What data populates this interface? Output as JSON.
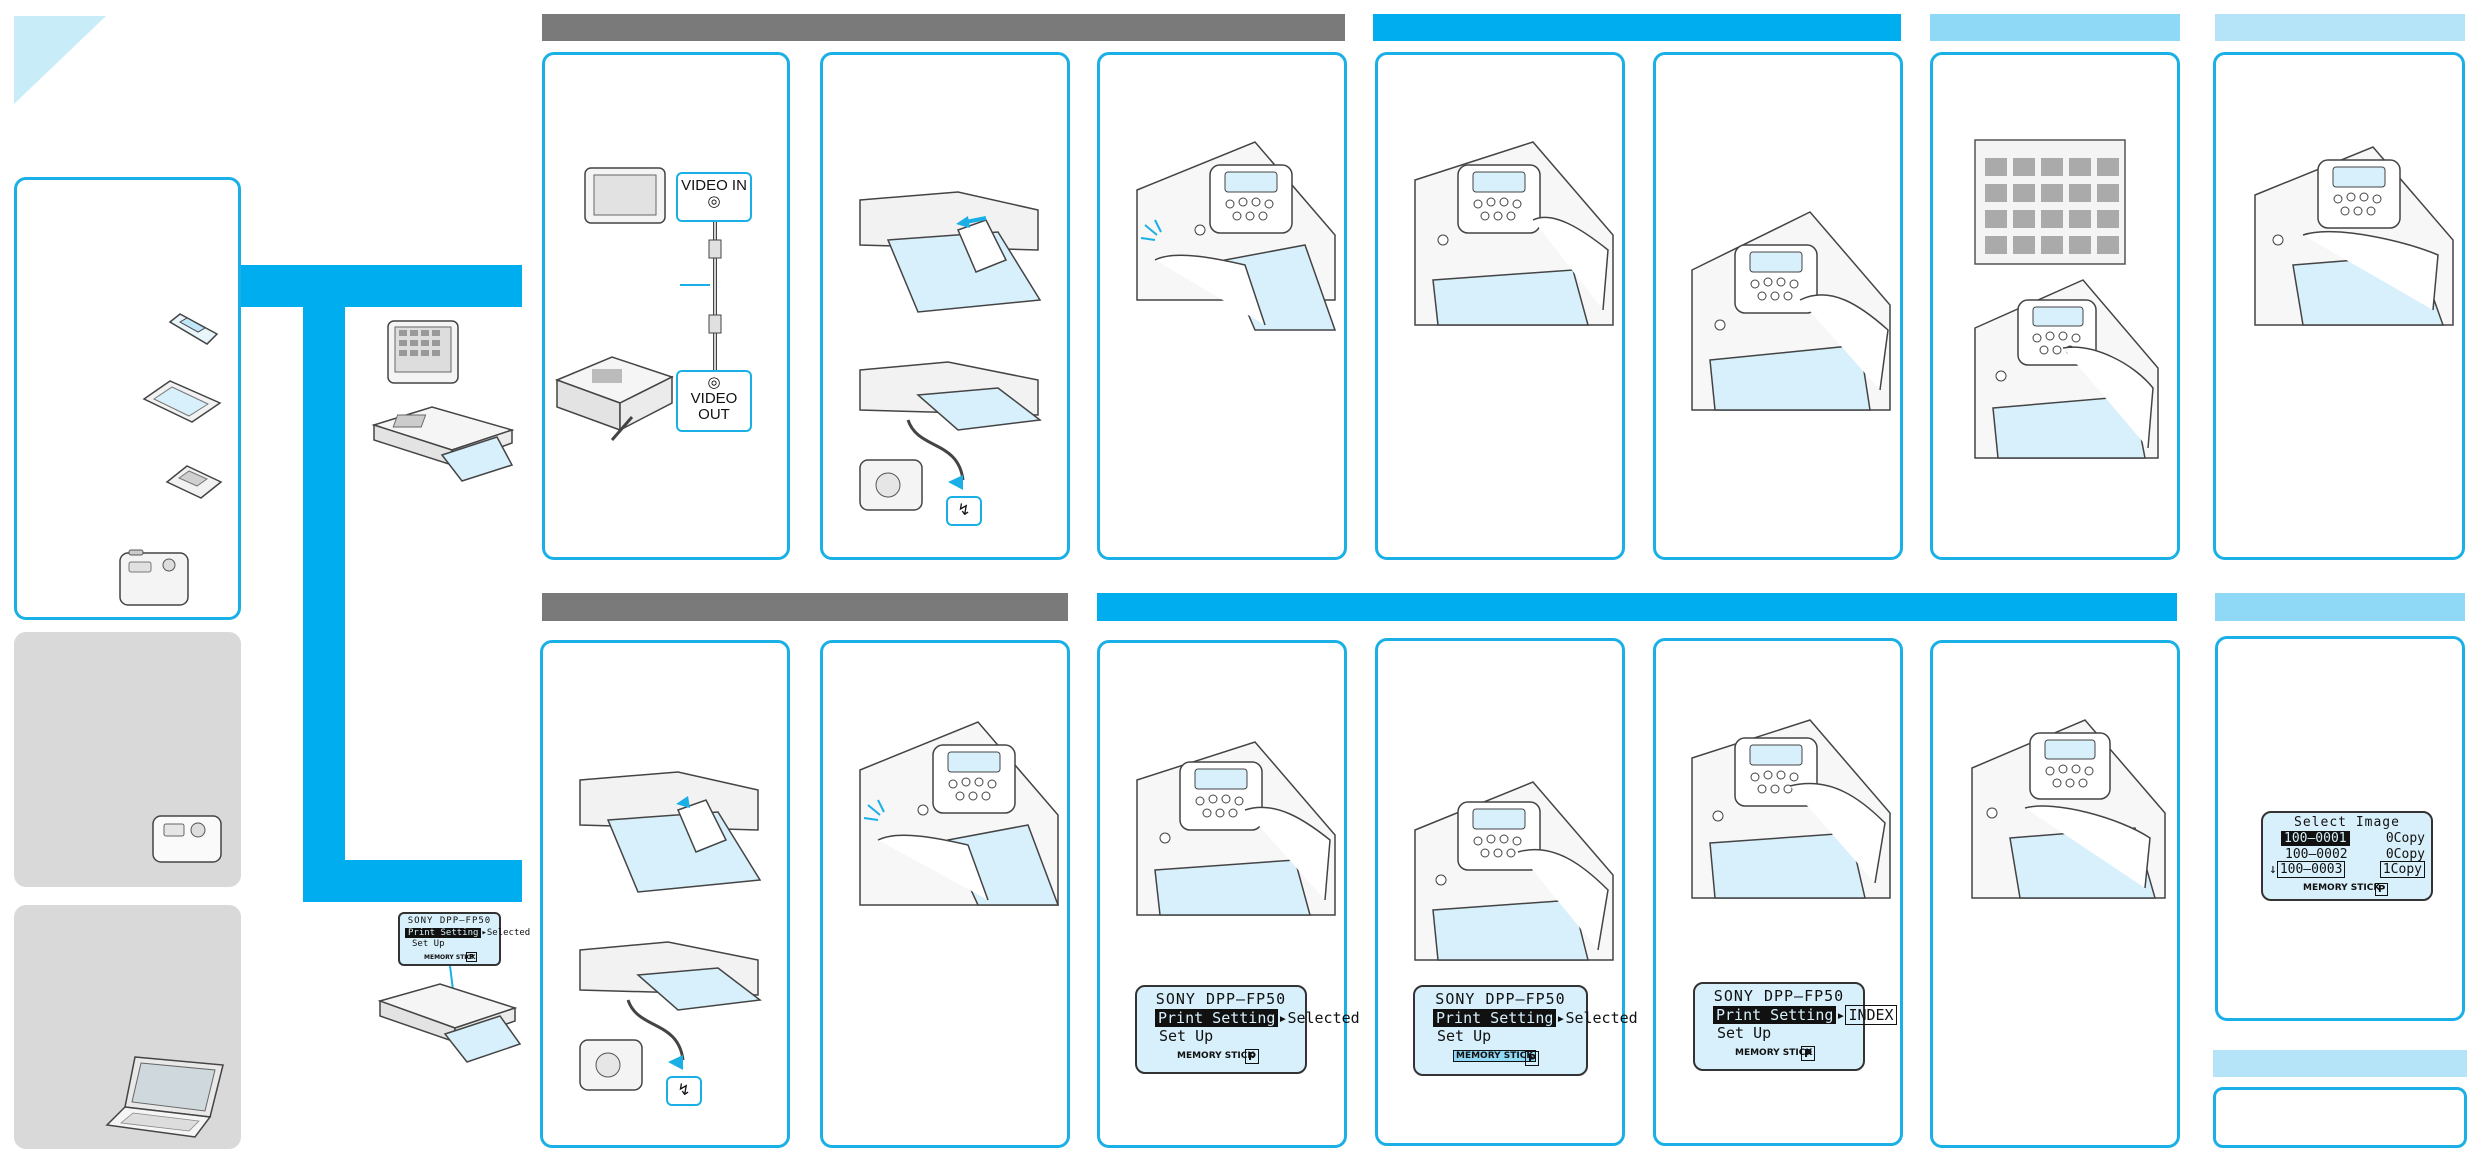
{
  "colors": {
    "accent": "#00aeef",
    "panel_border": "#1ab0e6",
    "gray_bar": "#7a7a7a",
    "light_blue": "#8fd8f6",
    "lcd_bg": "#d7f0fb"
  },
  "video": {
    "in_label": "VIDEO IN",
    "out_label_line1": "VIDEO",
    "out_label_line2": "OUT"
  },
  "lcd_main": {
    "title": "SONY DPP–FP50",
    "line1_key": "Print Setting",
    "line1_value": "Selected",
    "line2": "Set Up",
    "media": "MEMORY STICK",
    "p_mark": "P"
  },
  "lcd_index": {
    "title": "SONY DPP–FP50",
    "line1_key": "Print Setting",
    "line1_value": "INDEX",
    "line2": "Set Up",
    "media": "MEMORY STICK",
    "p_mark": "P"
  },
  "lcd_small": {
    "title": "SONY DPP–FP50",
    "line1_key": "Print Setting",
    "line1_value": "Selected",
    "line2": "Set Up",
    "media": "MEMORY STICK",
    "p_mark": "P"
  },
  "select_image": {
    "title": "Select Image",
    "rows": [
      {
        "file": "100–0001",
        "copies": "0Copy"
      },
      {
        "file": "100–0002",
        "copies": "0Copy"
      },
      {
        "file": "100–0003",
        "copies": "1Copy"
      }
    ],
    "media": "MEMORY STICK",
    "p_mark": "P"
  },
  "usb_symbol": "↯",
  "cursor_arrow": "↓"
}
